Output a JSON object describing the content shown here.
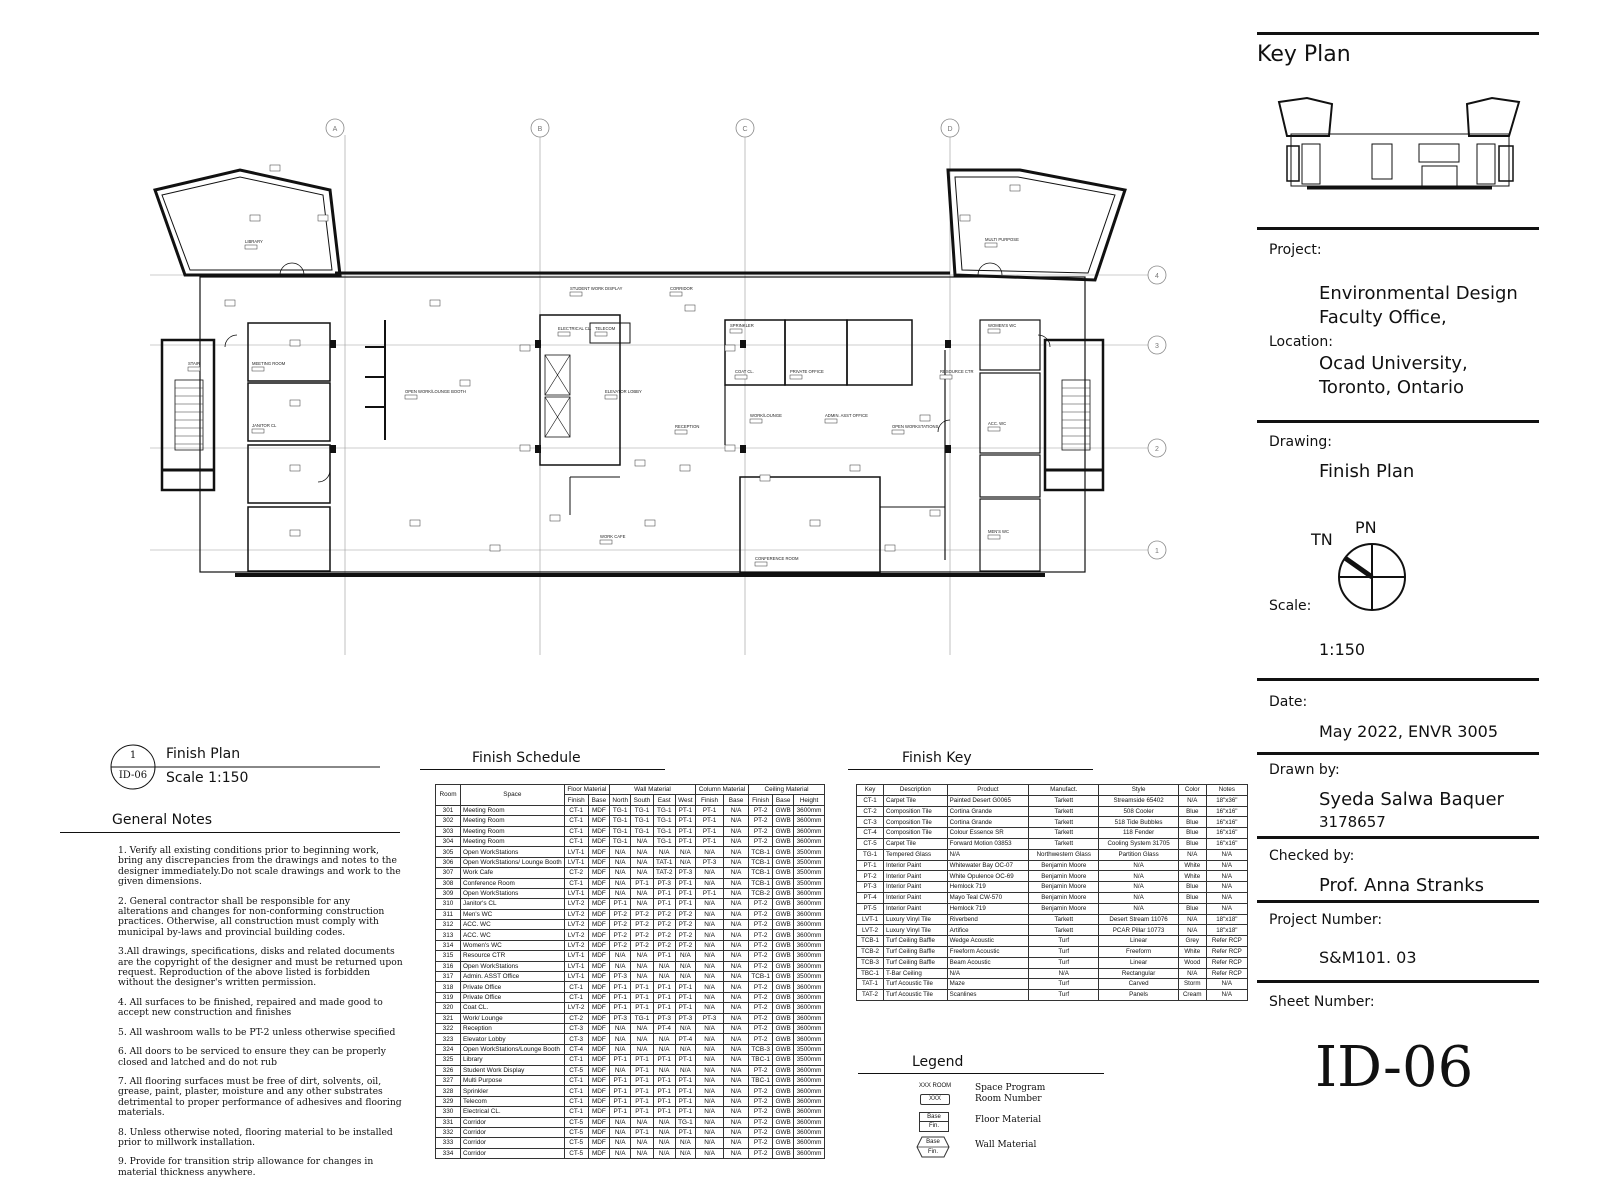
{
  "title_block": {
    "key_plan_title": "Key Plan",
    "project_label": "Project:",
    "project_name_1": "Environmental Design",
    "project_name_2": "Faculty Office,",
    "location_label": "Location:",
    "location_1": "Ocad University,",
    "location_2": "Toronto, Ontario",
    "drawing_label": "Drawing:",
    "drawing_name": "Finish Plan",
    "north_tn": "TN",
    "north_pn": "PN",
    "scale_label": "Scale:",
    "scale_value": "1:150",
    "date_label": "Date:",
    "date_value": "May 2022, ENVR 3005",
    "drawn_by_label": "Drawn by:",
    "drawn_by_name": "Syeda Salwa Baquer",
    "drawn_by_id": "3178657",
    "checked_by_label": "Checked by:",
    "checked_by_name": "Prof. Anna Stranks",
    "project_number_label": "Project Number:",
    "project_number": "S&M101. 03",
    "sheet_number_label": "Sheet Number:",
    "sheet_number": "ID-06"
  },
  "plan": {
    "grid_letters": [
      "A",
      "B",
      "C",
      "D"
    ],
    "grid_numbers": [
      "4",
      "3",
      "2",
      "1"
    ],
    "rooms": [
      {
        "label": "LIBRARY"
      },
      {
        "label": "MULTI PURPOSE"
      },
      {
        "label": "STUDENT WORK DISPLAY"
      },
      {
        "label": "CORRIDOR"
      },
      {
        "label": "ELECTRICAL CL."
      },
      {
        "label": "TELECOM"
      },
      {
        "label": "SPRINKLER"
      },
      {
        "label": "WOMEN'S WC"
      },
      {
        "label": "STAIR"
      },
      {
        "label": "MEETING ROOM"
      },
      {
        "label": "OPEN WORK/LOUNGE BOOTH"
      },
      {
        "label": "ELEVATOR LOBBY"
      },
      {
        "label": "COAT CL."
      },
      {
        "label": "PRIVATE OFFICE"
      },
      {
        "label": "RESOURCE CTR"
      },
      {
        "label": "ADMIN. ASST OFFICE"
      },
      {
        "label": "WORK/LOUNGE"
      },
      {
        "label": "RECEPTION"
      },
      {
        "label": "OPEN WORKSTATIONS"
      },
      {
        "label": "ACC. WC"
      },
      {
        "label": "WORK CAFE"
      },
      {
        "label": "CONFERENCE ROOM"
      },
      {
        "label": "MEN'S WC"
      },
      {
        "label": "JANITOR CL"
      }
    ]
  },
  "view_title": {
    "number": "1",
    "sheet": "ID-06",
    "name": "Finish Plan",
    "scale": "Scale 1:150"
  },
  "general_notes": {
    "title": "General Notes",
    "items": [
      "1. Verify all existing conditions prior to beginning work, bring any discrepancies from the drawings and notes to the designer immediately.Do not scale drawings and work to the given dimensions.",
      "2. General contractor shall be responsible for any alterations and changes for non-conforming construction practices. Otherwise, all construction must comply with municipal by-laws and provincial building codes.",
      "3.All drawings, specifications, disks and related documents are the copyright of the designer and must be returned upon request. Reproduction of the above listed is forbidden without the designer's written permission.",
      "4. All surfaces to be finished, repaired and made good to accept new construction and finishes",
      "5. All washroom walls to be PT-2 unless otherwise specified",
      "6. All doors to be serviced to ensure they can be properly closed and latched and do not rub",
      "7. All flooring surfaces must be free of dirt, solvents, oil, grease, paint, plaster, moisture and any other substrates detrimental to proper performance of adhesives and flooring materials.",
      "8. Unless otherwise noted, flooring material to be installed prior to millwork installation.",
      "9. Provide for transition strip allowance for changes in material thickness anywhere."
    ]
  },
  "finish_schedule": {
    "title": "Finish Schedule",
    "group_headers": [
      "Floor Material",
      "Wall Material",
      "Column Material",
      "Ceiling Material"
    ],
    "headers": [
      "Room",
      "Space",
      "Finish",
      "Base",
      "North",
      "South",
      "East",
      "West",
      "Finish",
      "Base",
      "Finish",
      "Base",
      "Height"
    ],
    "rows": [
      [
        "301",
        "Meeting Room",
        "CT-1",
        "MDF",
        "TG-1",
        "TG-1",
        "TG-1",
        "PT-1",
        "PT-1",
        "N/A",
        "PT-2",
        "GWB",
        "3600mm"
      ],
      [
        "302",
        "Meeting Room",
        "CT-1",
        "MDF",
        "TG-1",
        "TG-1",
        "TG-1",
        "PT-1",
        "PT-1",
        "N/A",
        "PT-2",
        "GWB",
        "3600mm"
      ],
      [
        "303",
        "Meeting Room",
        "CT-1",
        "MDF",
        "TG-1",
        "TG-1",
        "TG-1",
        "PT-1",
        "PT-1",
        "N/A",
        "PT-2",
        "GWB",
        "3600mm"
      ],
      [
        "304",
        "Meeting Room",
        "CT-1",
        "MDF",
        "TG-1",
        "N/A",
        "TG-1",
        "PT-1",
        "PT-1",
        "N/A",
        "PT-2",
        "GWB",
        "3600mm"
      ],
      [
        "305",
        "Open WorkStations",
        "LVT-1",
        "MDF",
        "N/A",
        "N/A",
        "N/A",
        "N/A",
        "N/A",
        "N/A",
        "TCB-1",
        "GWB",
        "3500mm"
      ],
      [
        "306",
        "Open WorkStations/ Lounge Booth",
        "LVT-1",
        "MDF",
        "N/A",
        "N/A",
        "TAT-1",
        "N/A",
        "PT-3",
        "N/A",
        "TCB-1",
        "GWB",
        "3500mm"
      ],
      [
        "307",
        "Work Cafe",
        "CT-2",
        "MDF",
        "N/A",
        "N/A",
        "TAT-2",
        "PT-3",
        "N/A",
        "N/A",
        "TCB-1",
        "GWB",
        "3500mm"
      ],
      [
        "308",
        "Conference Room",
        "CT-1",
        "MDF",
        "N/A",
        "PT-1",
        "PT-3",
        "PT-1",
        "N/A",
        "N/A",
        "TCB-1",
        "GWB",
        "3500mm"
      ],
      [
        "309",
        "Open WorkStations",
        "LVT-1",
        "MDF",
        "N/A",
        "N/A",
        "PT-1",
        "PT-1",
        "PT-1",
        "N/A",
        "TCB-2",
        "GWB",
        "3600mm"
      ],
      [
        "310",
        "Janitor's CL",
        "LVT-2",
        "MDF",
        "PT-1",
        "N/A",
        "PT-1",
        "PT-1",
        "N/A",
        "N/A",
        "PT-2",
        "GWB",
        "3600mm"
      ],
      [
        "311",
        "Men's WC",
        "LVT-2",
        "MDF",
        "PT-2",
        "PT-2",
        "PT-2",
        "PT-2",
        "N/A",
        "N/A",
        "PT-2",
        "GWB",
        "3600mm"
      ],
      [
        "312",
        "ACC. WC",
        "LVT-2",
        "MDF",
        "PT-2",
        "PT-2",
        "PT-2",
        "PT-2",
        "N/A",
        "N/A",
        "PT-2",
        "GWB",
        "3600mm"
      ],
      [
        "313",
        "ACC. WC",
        "LVT-2",
        "MDF",
        "PT-2",
        "PT-2",
        "PT-2",
        "PT-2",
        "N/A",
        "N/A",
        "PT-2",
        "GWB",
        "3600mm"
      ],
      [
        "314",
        "Women's WC",
        "LVT-2",
        "MDF",
        "PT-2",
        "PT-2",
        "PT-2",
        "PT-2",
        "N/A",
        "N/A",
        "PT-2",
        "GWB",
        "3600mm"
      ],
      [
        "315",
        "Resource CTR",
        "LVT-1",
        "MDF",
        "N/A",
        "N/A",
        "PT-1",
        "N/A",
        "N/A",
        "N/A",
        "PT-2",
        "GWB",
        "3600mm"
      ],
      [
        "316",
        "Open WorkStations",
        "LVT-1",
        "MDF",
        "N/A",
        "N/A",
        "N/A",
        "N/A",
        "N/A",
        "N/A",
        "PT-2",
        "GWB",
        "3600mm"
      ],
      [
        "317",
        "Admin. ASST Office",
        "LVT-1",
        "MDF",
        "PT-3",
        "N/A",
        "N/A",
        "N/A",
        "N/A",
        "N/A",
        "TCB-1",
        "GWB",
        "3500mm"
      ],
      [
        "318",
        "Private Office",
        "CT-1",
        "MDF",
        "PT-1",
        "PT-1",
        "PT-1",
        "PT-1",
        "N/A",
        "N/A",
        "PT-2",
        "GWB",
        "3600mm"
      ],
      [
        "319",
        "Private Office",
        "CT-1",
        "MDF",
        "PT-1",
        "PT-1",
        "PT-1",
        "PT-1",
        "N/A",
        "N/A",
        "PT-2",
        "GWB",
        "3600mm"
      ],
      [
        "320",
        "Coat CL.",
        "LVT-2",
        "MDF",
        "PT-1",
        "PT-1",
        "PT-1",
        "PT-1",
        "N/A",
        "N/A",
        "PT-2",
        "GWB",
        "3600mm"
      ],
      [
        "321",
        "Work/ Lounge",
        "CT-2",
        "MDF",
        "PT-3",
        "TG-1",
        "PT-3",
        "PT-3",
        "PT-3",
        "N/A",
        "PT-2",
        "GWB",
        "3600mm"
      ],
      [
        "322",
        "Reception",
        "CT-3",
        "MDF",
        "N/A",
        "N/A",
        "PT-4",
        "N/A",
        "N/A",
        "N/A",
        "PT-2",
        "GWB",
        "3600mm"
      ],
      [
        "323",
        "Elevator Lobby",
        "CT-3",
        "MDF",
        "N/A",
        "N/A",
        "N/A",
        "PT-4",
        "N/A",
        "N/A",
        "PT-2",
        "GWB",
        "3600mm"
      ],
      [
        "324",
        "Open WorkStations/Lounge Booth",
        "CT-4",
        "MDF",
        "N/A",
        "N/A",
        "N/A",
        "N/A",
        "N/A",
        "N/A",
        "TCB-3",
        "GWB",
        "3500mm"
      ],
      [
        "325",
        "Library",
        "CT-1",
        "MDF",
        "PT-1",
        "PT-1",
        "PT-1",
        "PT-1",
        "N/A",
        "N/A",
        "TBC-1",
        "GWB",
        "3500mm"
      ],
      [
        "326",
        "Student Work Display",
        "CT-5",
        "MDF",
        "N/A",
        "PT-1",
        "N/A",
        "N/A",
        "N/A",
        "N/A",
        "PT-2",
        "GWB",
        "3600mm"
      ],
      [
        "327",
        "Multi Purpose",
        "CT-1",
        "MDF",
        "PT-1",
        "PT-1",
        "PT-1",
        "PT-1",
        "N/A",
        "N/A",
        "TBC-1",
        "GWB",
        "3600mm"
      ],
      [
        "328",
        "Sprinkler",
        "CT-1",
        "MDF",
        "PT-1",
        "PT-1",
        "PT-1",
        "PT-1",
        "N/A",
        "N/A",
        "PT-2",
        "GWB",
        "3600mm"
      ],
      [
        "329",
        "Telecom",
        "CT-1",
        "MDF",
        "PT-1",
        "PT-1",
        "PT-1",
        "PT-1",
        "N/A",
        "N/A",
        "PT-2",
        "GWB",
        "3600mm"
      ],
      [
        "330",
        "Electrical CL.",
        "CT-1",
        "MDF",
        "PT-1",
        "PT-1",
        "PT-1",
        "PT-1",
        "N/A",
        "N/A",
        "PT-2",
        "GWB",
        "3600mm"
      ],
      [
        "331",
        "Corridor",
        "CT-5",
        "MDF",
        "N/A",
        "N/A",
        "N/A",
        "TG-1",
        "N/A",
        "N/A",
        "PT-2",
        "GWB",
        "3600mm"
      ],
      [
        "332",
        "Corridor",
        "CT-5",
        "MDF",
        "N/A",
        "PT-1",
        "N/A",
        "PT-1",
        "N/A",
        "N/A",
        "PT-2",
        "GWB",
        "3600mm"
      ],
      [
        "333",
        "Corridor",
        "CT-5",
        "MDF",
        "N/A",
        "N/A",
        "N/A",
        "N/A",
        "N/A",
        "N/A",
        "PT-2",
        "GWB",
        "3600mm"
      ],
      [
        "334",
        "Corridor",
        "CT-5",
        "MDF",
        "N/A",
        "N/A",
        "N/A",
        "N/A",
        "N/A",
        "N/A",
        "PT-2",
        "GWB",
        "3600mm"
      ]
    ]
  },
  "finish_key": {
    "title": "Finish Key",
    "headers": [
      "Key",
      "Description",
      "Product",
      "Manufact.",
      "Style",
      "Color",
      "Notes"
    ],
    "rows": [
      [
        "CT-1",
        "Carpet Tile",
        "Painted Desert G0065",
        "Tarkett",
        "Streamside 65402",
        "N/A",
        "18\"x36\""
      ],
      [
        "CT-2",
        "Composition Tile",
        "Cortina Grande",
        "Tarkett",
        "508 Cooler",
        "Blue",
        "16\"x16\""
      ],
      [
        "CT-3",
        "Composition Tile",
        "Cortina Grande",
        "Tarkett",
        "518 Tide Bubbles",
        "Blue",
        "16\"x16\""
      ],
      [
        "CT-4",
        "Composition Tile",
        "Colour Essence SR",
        "Tarkett",
        "118 Fender",
        "Blue",
        "16\"x16\""
      ],
      [
        "CT-5",
        "Carpet Tile",
        "Forward Motion 03853",
        "Tarkett",
        "Cooling System 31705",
        "Blue",
        "16\"x16\""
      ],
      [
        "TG-1",
        "Tempered Glass",
        "N/A",
        "Northwestern Glass",
        "Partition Glass",
        "N/A",
        "N/A"
      ],
      [
        "PT-1",
        "Interior Paint",
        "Whitewater Bay OC-07",
        "Benjamin Moore",
        "N/A",
        "White",
        "N/A"
      ],
      [
        "PT-2",
        "Interior Paint",
        "White Opulence OC-69",
        "Benjamin Moore",
        "N/A",
        "White",
        "N/A"
      ],
      [
        "PT-3",
        "Interior Paint",
        "Hemlock 719",
        "Benjamin Moore",
        "N/A",
        "Blue",
        "N/A"
      ],
      [
        "PT-4",
        "Interior Paint",
        "Mayo Teal CW-570",
        "Benjamin Moore",
        "N/A",
        "Blue",
        "N/A"
      ],
      [
        "PT-5",
        "Interior Paint",
        "Hemlock 719",
        "Benjamin Moore",
        "N/A",
        "Blue",
        "N/A"
      ],
      [
        "LVT-1",
        "Luxury Vinyl Tile",
        "Riverbend",
        "Tarkett",
        "Desert Stream 11076",
        "N/A",
        "18\"x18\""
      ],
      [
        "LVT-2",
        "Luxury Vinyl Tile",
        "Artifice",
        "Tarkett",
        "PCAR Pillar 10773",
        "N/A",
        "18\"x18\""
      ],
      [
        "TCB-1",
        "Turf Ceiling Baffle",
        "Wedge Acoustic",
        "Turf",
        "Linear",
        "Grey",
        "Refer RCP"
      ],
      [
        "TCB-2",
        "Turf Ceiling Baffle",
        "Freeform Acoustic",
        "Turf",
        "Freeform",
        "White",
        "Refer RCP"
      ],
      [
        "TCB-3",
        "Turf Ceiling Baffle",
        "Beam Acoustic",
        "Turf",
        "Linear",
        "Wood",
        "Refer RCP"
      ],
      [
        "TBC-1",
        "T-Bar Ceiling",
        "N/A",
        "N/A",
        "Rectangular",
        "N/A",
        "Refer RCP"
      ],
      [
        "TAT-1",
        "Turf Acoustic Tile",
        "Maze",
        "Turf",
        "Carved",
        "Storm",
        "N/A"
      ],
      [
        "TAT-2",
        "Turf Acoustic Tile",
        "Scanlines",
        "Turf",
        "Panels",
        "Cream",
        "N/A"
      ]
    ]
  },
  "legend": {
    "title": "Legend",
    "room_tag_top": "XXX ROOM",
    "room_tag_box": "XXX",
    "room_text_1": "Space Program",
    "room_text_2": "Room Number",
    "floor_tag_1": "Base",
    "floor_tag_2": "Fin.",
    "floor_text": "Floor Material",
    "wall_tag_1": "Base",
    "wall_tag_2": "Fin.",
    "wall_text": "Wall Material"
  }
}
